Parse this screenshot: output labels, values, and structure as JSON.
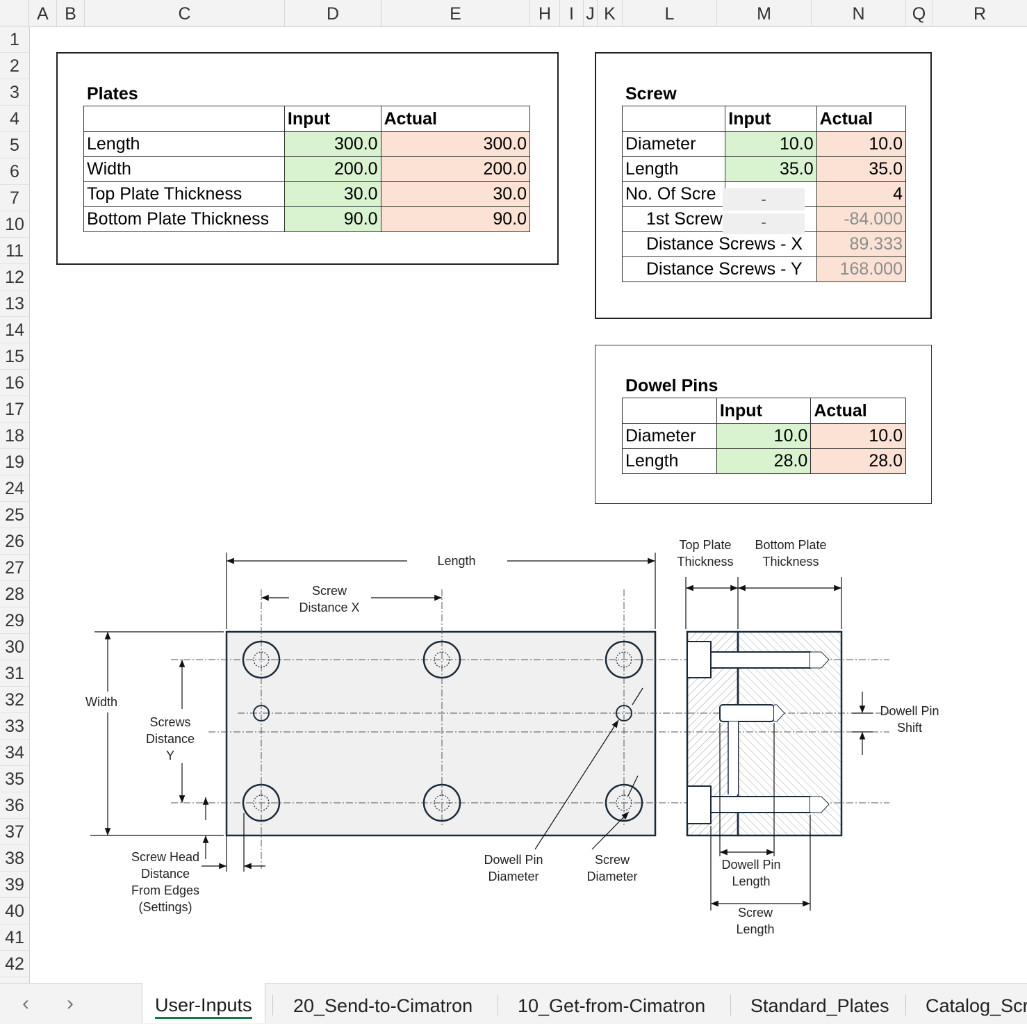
{
  "columns": [
    "A",
    "B",
    "C",
    "D",
    "E",
    "H",
    "I",
    "J",
    "K",
    "L",
    "M",
    "N",
    "Q",
    "R"
  ],
  "rows": [
    "1",
    "2",
    "3",
    "4",
    "5",
    "6",
    "7",
    "10",
    "11",
    "12",
    "13",
    "14",
    "15",
    "16",
    "17",
    "18",
    "19",
    "24",
    "25",
    "26",
    "27",
    "28",
    "29",
    "30",
    "31",
    "32",
    "33",
    "34",
    "35",
    "36",
    "37",
    "38",
    "39",
    "40",
    "41",
    "42"
  ],
  "plates": {
    "title": "Plates",
    "col_input": "Input",
    "col_actual": "Actual",
    "rows": [
      {
        "label": "Length",
        "input": "300.0",
        "actual": "300.0"
      },
      {
        "label": "Width",
        "input": "200.0",
        "actual": "200.0"
      },
      {
        "label": "Top Plate Thickness",
        "input": "30.0",
        "actual": "30.0"
      },
      {
        "label": "Bottom Plate Thickness",
        "input": "90.0",
        "actual": "90.0"
      }
    ]
  },
  "screw": {
    "title": "Screw",
    "col_input": "Input",
    "col_actual": "Actual",
    "rows": [
      {
        "label": "Diameter",
        "input": "10.0",
        "actual": "10.0"
      },
      {
        "label": "Length",
        "input": "35.0",
        "actual": "35.0"
      },
      {
        "label": "No. Of Scre",
        "input": "-",
        "actual": "4"
      },
      {
        "label": "1st Screw",
        "input": "-",
        "actual": "-84.000"
      },
      {
        "label": "Distance Screws - X",
        "actual": "89.333"
      },
      {
        "label": "Distance Screws - Y",
        "actual": "168.000"
      }
    ]
  },
  "dowel": {
    "title": "Dowel Pins",
    "col_input": "Input",
    "col_actual": "Actual",
    "rows": [
      {
        "label": "Diameter",
        "input": "10.0",
        "actual": "10.0"
      },
      {
        "label": "Length",
        "input": "28.0",
        "actual": "28.0"
      }
    ]
  },
  "diagram": {
    "length": "Length",
    "screw_distance_x": [
      "Screw",
      "Distance X"
    ],
    "width": "Width",
    "screws_distance_y": [
      "Screws",
      "Distance",
      "Y"
    ],
    "screw_head_distance": [
      "Screw Head",
      "Distance",
      "From Edges",
      "(Settings)"
    ],
    "dowell_pin_diameter": [
      "Dowell Pin",
      "Diameter"
    ],
    "screw_diameter": [
      "Screw",
      "Diameter"
    ],
    "top_plate_thickness": [
      "Top Plate",
      "Thickness"
    ],
    "bottom_plate_thickness": [
      "Bottom Plate",
      "Thickness"
    ],
    "dowell_pin_shift": [
      "Dowell Pin",
      "Shift"
    ],
    "dowell_pin_length": [
      "Dowell Pin",
      "Length"
    ],
    "screw_length": [
      "Screw",
      "Length"
    ]
  },
  "sheet_tabs": [
    "User-Inputs",
    "20_Send-to-Cimatron",
    "10_Get-from-Cimatron",
    "Standard_Plates",
    "Catalog_Scre"
  ],
  "active_tab": "User-Inputs",
  "colors": {
    "input_fill": "#d9f2d0",
    "actual_fill": "#fbe2d5",
    "active_tab_underline": "#107c41"
  }
}
